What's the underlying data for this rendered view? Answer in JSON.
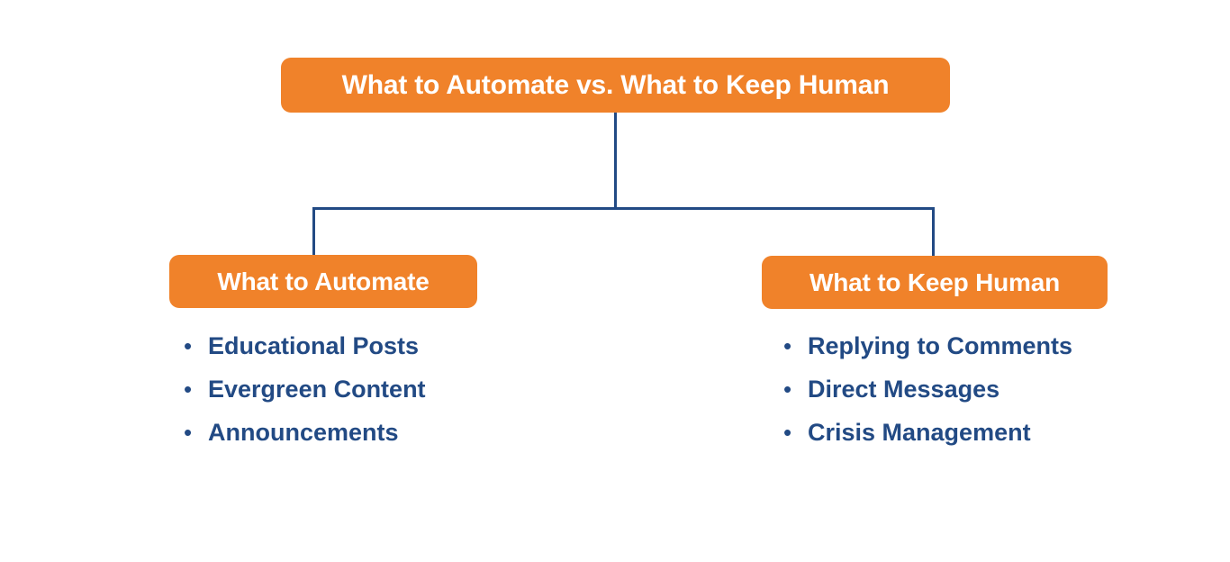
{
  "diagram": {
    "type": "org-chart",
    "title": "What to Automate vs. What to Keep Human",
    "colors": {
      "node_fill": "#F0822A",
      "node_text": "#FFFFFF",
      "list_text": "#224A84",
      "connector": "#224A84",
      "background": "#FFFFFF"
    },
    "root": {
      "label": "What to Automate vs. What to Keep Human"
    },
    "branches": [
      {
        "label": "What to Automate",
        "bullet_glyph": "•",
        "items": [
          "Educational Posts",
          "Evergreen Content",
          "Announcements"
        ]
      },
      {
        "label": "What to Keep Human",
        "bullet_glyph": "•",
        "items": [
          "Replying to Comments",
          "Direct Messages",
          "Crisis Management"
        ]
      }
    ]
  }
}
